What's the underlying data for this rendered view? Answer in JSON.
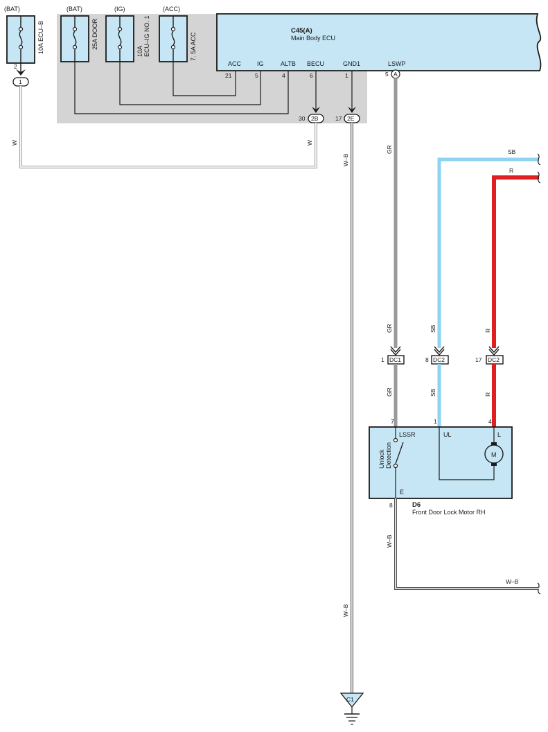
{
  "fuses": {
    "ecu_b": {
      "source": "(BAT)",
      "name": "10A ECU–B",
      "pin": "2",
      "conn": "1"
    },
    "door": {
      "source": "(BAT)",
      "name": "25A DOOR"
    },
    "ecu_ig": {
      "source": "(IG)",
      "name_1": "10A",
      "name_2": "ECU–IG NO. 1"
    },
    "acc": {
      "source": "(ACC)",
      "name": "7. 5A ACC"
    }
  },
  "ecu": {
    "code": "C45(A)",
    "name": "Main Body ECU",
    "terminals": [
      {
        "name": "ACC",
        "pin": "21"
      },
      {
        "name": "IG",
        "pin": "5"
      },
      {
        "name": "ALTB",
        "pin": "4"
      },
      {
        "name": "BECU",
        "pin": "6"
      },
      {
        "name": "GND1",
        "pin": "1"
      },
      {
        "name": "LSWP",
        "pin": "5",
        "conn": "A"
      }
    ],
    "junction_2b": {
      "pin": "30",
      "conn": "2B"
    },
    "junction_2e": {
      "pin": "17",
      "conn": "2E"
    }
  },
  "wires": {
    "w_left": "W",
    "w_right": "W",
    "wb_top": "W–B",
    "wb_bottom": "W–B",
    "gr_top": "GR",
    "gr_mid": "GR",
    "gr_low": "GR",
    "sb_top": "SB",
    "sb_mid": "SB",
    "sb_low": "SB",
    "r_top": "R",
    "r_mid": "R",
    "r_low": "R",
    "wb_motor": "W–B",
    "wb_right": "W–B"
  },
  "connectors": {
    "dc1": {
      "pin": "1",
      "name": "DC1"
    },
    "dc2_a": {
      "pin": "8",
      "name": "DC2"
    },
    "dc2_b": {
      "pin": "17",
      "name": "DC2"
    }
  },
  "motor": {
    "code": "D6",
    "name": "Front Door Lock Motor RH",
    "pins": {
      "lssr": "7",
      "ul": "1",
      "l": "4",
      "e": "8"
    },
    "labels": {
      "lssr": "LSSR",
      "ul": "UL",
      "l": "L",
      "e": "E",
      "m": "M"
    },
    "switch_1": "Unlock",
    "switch_2": "Detection"
  },
  "ground": {
    "name": "C1"
  },
  "colors": {
    "panel": "#d4d4d4",
    "component": "#c6e6f5",
    "wire_gr": "#9a9a9a",
    "wire_sb": "#8fd3f2",
    "wire_r": "#e02020",
    "outline": "#1a1a1a"
  }
}
